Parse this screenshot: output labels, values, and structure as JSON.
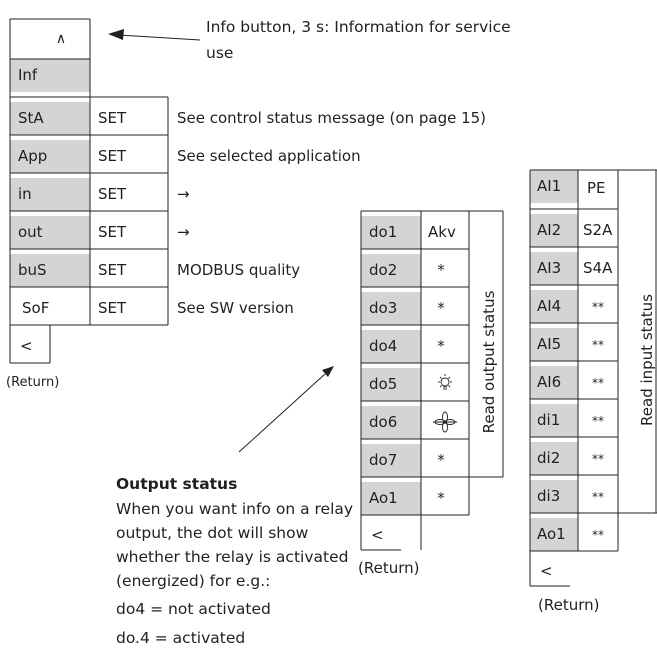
{
  "info_callout": {
    "up_symbol": "∧",
    "line1": "Info button, 3 s: Information for service",
    "line2": "use"
  },
  "main_menu": {
    "rows": [
      {
        "code": "Inf",
        "action": "",
        "desc": ""
      },
      {
        "code": "StA",
        "action": "SET",
        "desc": "See control status message (on page 15)"
      },
      {
        "code": "App",
        "action": "SET",
        "desc": "See selected application"
      },
      {
        "code": "in",
        "action": "SET",
        "desc": "→"
      },
      {
        "code": "out",
        "action": "SET",
        "desc": "→"
      },
      {
        "code": "buS",
        "action": "SET",
        "desc": "MODBUS quality"
      },
      {
        "code": "SoF",
        "action": "SET",
        "desc": "See SW version"
      }
    ],
    "back": "<",
    "return_label": "(Return)"
  },
  "output_menu": {
    "header_value": "Akv",
    "rows": [
      {
        "code": "do1",
        "value": "Akv"
      },
      {
        "code": "do2",
        "value": "*"
      },
      {
        "code": "do3",
        "value": "*"
      },
      {
        "code": "do4",
        "value": "*"
      },
      {
        "code": "do5",
        "value": "lamp-icon"
      },
      {
        "code": "do6",
        "value": "fan-icon"
      },
      {
        "code": "do7",
        "value": "*"
      },
      {
        "code": "Ao1",
        "value": "*"
      }
    ],
    "vertical_label": "Read output status",
    "back": "<",
    "return_label": "(Return)"
  },
  "input_menu": {
    "rows": [
      {
        "code": "AI1",
        "value": "PE"
      },
      {
        "code": "AI2",
        "value": "S2A"
      },
      {
        "code": "AI3",
        "value": "S4A"
      },
      {
        "code": "AI4",
        "value": "**"
      },
      {
        "code": "AI5",
        "value": "**"
      },
      {
        "code": "AI6",
        "value": "**"
      },
      {
        "code": "di1",
        "value": "**"
      },
      {
        "code": "di2",
        "value": "**"
      },
      {
        "code": "di3",
        "value": "**"
      },
      {
        "code": "Ao1",
        "value": "**"
      }
    ],
    "vertical_label": "Read input status",
    "back": "<",
    "return_label": "(Return)"
  },
  "output_status_note": {
    "title": "Output status",
    "lines": [
      "When you want info on a relay",
      "output, the dot will show",
      "whether the relay is activated",
      "(energized) for e.g.:",
      "do4 = not activated",
      "do.4 = activated"
    ]
  },
  "colors": {
    "cell_grey": "#d4d4d4",
    "line": "#231f20"
  }
}
